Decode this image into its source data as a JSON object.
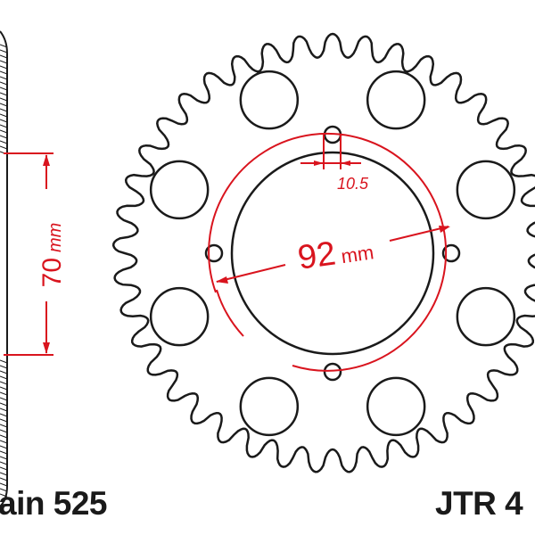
{
  "dimensions": {
    "hub_width": {
      "value": "70",
      "unit": "mm"
    },
    "pitch_circle": {
      "value": "92",
      "unit": "mm"
    },
    "bolt_hole": {
      "value": "10.5"
    }
  },
  "labels": {
    "chain": "ain 525",
    "part_number": "JTR 4"
  },
  "colors": {
    "outline": "#1a1a1a",
    "dimension": "#d9141e"
  }
}
